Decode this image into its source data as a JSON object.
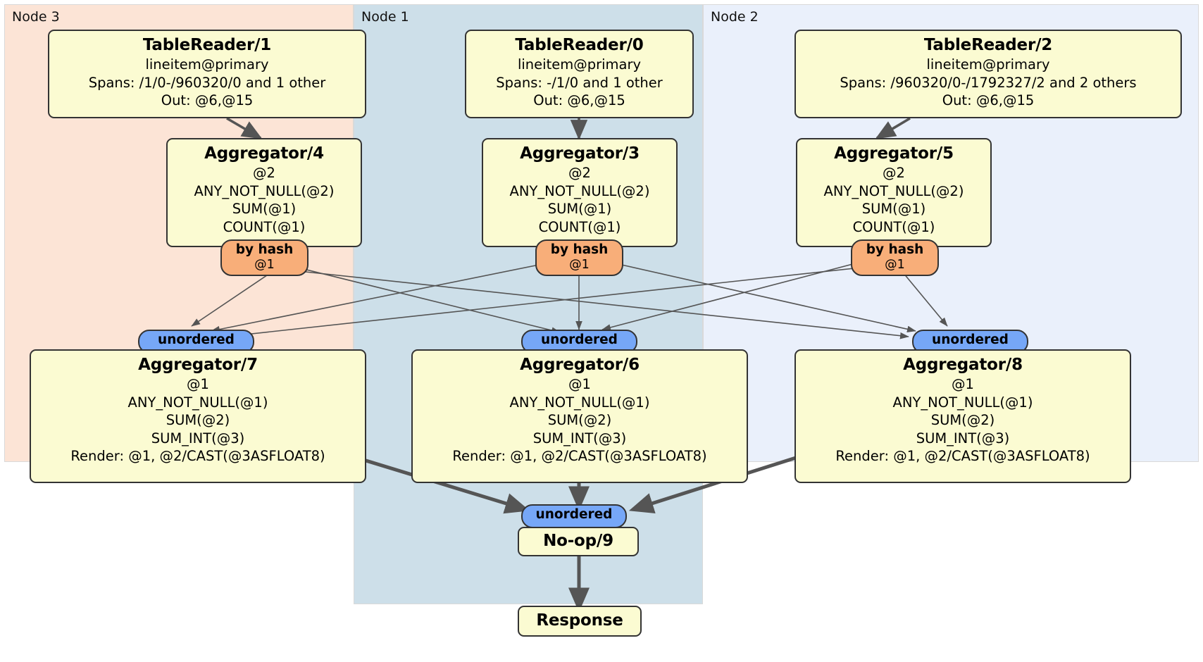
{
  "diagram": {
    "kind": "distributed-query-plan",
    "colors": {
      "node3_bg": "#fce4d6",
      "node1_bg": "#cddfe9",
      "node2_bg": "#eaf0fb",
      "processor_bg": "#fbfbd2",
      "hash_router_bg": "#f8ae79",
      "unordered_sync_bg": "#76a7f7",
      "edge": "#555555",
      "border": "#333333"
    }
  },
  "regions": [
    {
      "id": "node3",
      "label": "Node 3"
    },
    {
      "id": "node1",
      "label": "Node 1"
    },
    {
      "id": "node2",
      "label": "Node 2"
    }
  ],
  "processors": {
    "table_reader_1": {
      "title": "TableReader/1",
      "lines": [
        "lineitem@primary",
        "Spans: /1/0-/960320/0 and 1 other",
        "Out: @6,@15"
      ]
    },
    "table_reader_0": {
      "title": "TableReader/0",
      "lines": [
        "lineitem@primary",
        "Spans: -/1/0 and 1 other",
        "Out: @6,@15"
      ]
    },
    "table_reader_2": {
      "title": "TableReader/2",
      "lines": [
        "lineitem@primary",
        "Spans: /960320/0-/1792327/2 and 2 others",
        "Out: @6,@15"
      ]
    },
    "aggregator_4": {
      "title": "Aggregator/4",
      "lines": [
        "@2",
        "ANY_NOT_NULL(@2)",
        "SUM(@1)",
        "COUNT(@1)"
      ]
    },
    "aggregator_3": {
      "title": "Aggregator/3",
      "lines": [
        "@2",
        "ANY_NOT_NULL(@2)",
        "SUM(@1)",
        "COUNT(@1)"
      ]
    },
    "aggregator_5": {
      "title": "Aggregator/5",
      "lines": [
        "@2",
        "ANY_NOT_NULL(@2)",
        "SUM(@1)",
        "COUNT(@1)"
      ]
    },
    "aggregator_7": {
      "title": "Aggregator/7",
      "lines": [
        "@1",
        "ANY_NOT_NULL(@1)",
        "SUM(@2)",
        "SUM_INT(@3)",
        "Render: @1, @2/CAST(@3ASFLOAT8)"
      ]
    },
    "aggregator_6": {
      "title": "Aggregator/6",
      "lines": [
        "@1",
        "ANY_NOT_NULL(@1)",
        "SUM(@2)",
        "SUM_INT(@3)",
        "Render: @1, @2/CAST(@3ASFLOAT8)"
      ]
    },
    "aggregator_8": {
      "title": "Aggregator/8",
      "lines": [
        "@1",
        "ANY_NOT_NULL(@1)",
        "SUM(@2)",
        "SUM_INT(@3)",
        "Render: @1, @2/CAST(@3ASFLOAT8)"
      ]
    },
    "noop_9": {
      "title": "No-op/9",
      "lines": []
    },
    "response": {
      "title": "Response",
      "lines": []
    }
  },
  "routers": {
    "hash_4": {
      "title": "by hash",
      "sub": "@1"
    },
    "hash_3": {
      "title": "by hash",
      "sub": "@1"
    },
    "hash_5": {
      "title": "by hash",
      "sub": "@1"
    }
  },
  "synchronizers": {
    "unordered_7": {
      "title": "unordered"
    },
    "unordered_6": {
      "title": "unordered"
    },
    "unordered_8": {
      "title": "unordered"
    },
    "unordered_9": {
      "title": "unordered"
    }
  }
}
